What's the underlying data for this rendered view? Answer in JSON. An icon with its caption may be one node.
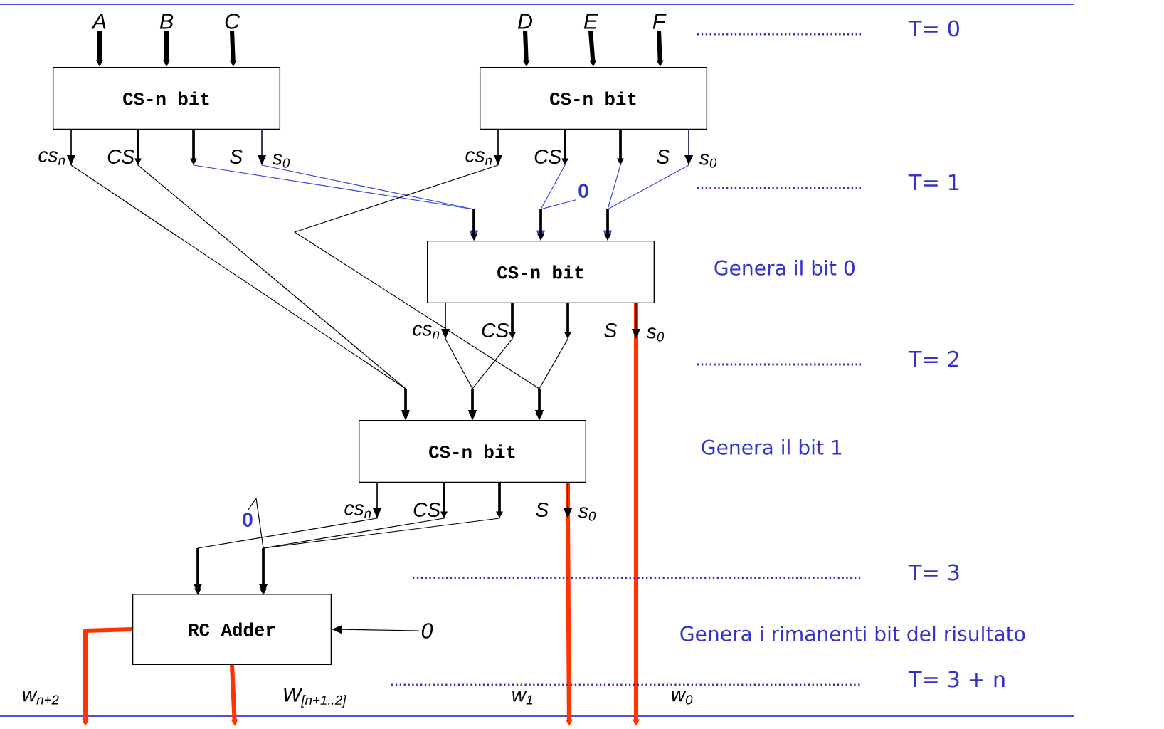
{
  "diagram": {
    "nodes": [
      {
        "text": [
          "A"
        ]
      },
      {
        "text": [
          "B"
        ]
      },
      {
        "text": [
          "C"
        ]
      },
      {
        "text": [
          "D"
        ]
      },
      {
        "text": [
          "E"
        ]
      },
      {
        "text": [
          "F"
        ]
      },
      {
        "text": [
          "CS-n bit"
        ],
        "beside": [
          "cs$_{n}$",
          "CS",
          "S",
          "s$_{0}$"
        ]
      },
      {
        "text": [
          "CS-n bit"
        ],
        "beside": [
          "cs$_{n}$",
          "CS",
          "S",
          "s$_{0}$"
        ]
      },
      {
        "text": [
          "CS-n bit"
        ],
        "beside": [
          "cs$_{n}$",
          "CS",
          "S",
          "s$_{0}$"
        ]
      },
      {
        "text": [
          "CS-n bit"
        ],
        "beside": [
          "cs$_{n}$",
          "CS",
          "S",
          "s$_{0}$"
        ]
      },
      {
        "text": [
          "0"
        ]
      },
      {
        "text": [
          "0"
        ]
      },
      {
        "text": [
          "RC Adder"
        ]
      },
      {
        "text": [
          "0"
        ]
      }
    ],
    "edges": [
      {
        "from": 0,
        "to": 6,
        "arrow": "to",
        "style": "thick"
      },
      {
        "from": 1,
        "to": 6,
        "arrow": "to",
        "style": "thick"
      },
      {
        "from": 2,
        "to": 6,
        "arrow": "to",
        "style": "thick"
      },
      {
        "from": 3,
        "to": 7,
        "arrow": "to",
        "style": "thick"
      },
      {
        "from": 4,
        "to": 7,
        "arrow": "to",
        "style": "thick"
      },
      {
        "from": 5,
        "to": 7,
        "arrow": "to",
        "style": "thick"
      },
      {
        "from": 6,
        "to": 9,
        "arrow": "to"
      },
      {
        "from": 6,
        "to": 9,
        "arrow": "to"
      },
      {
        "from": 6,
        "to": 8,
        "arrow": "to",
        "color": "#3344dd"
      },
      {
        "from": 6,
        "to": 8,
        "arrow": "to",
        "color": "#3344dd"
      },
      {
        "from": 7,
        "to": 9,
        "arrow": "to"
      },
      {
        "from": 7,
        "to": 8,
        "arrow": "to",
        "color": "#3344dd"
      },
      {
        "from": 7,
        "to": 8,
        "arrow": "to",
        "color": "#3344dd"
      },
      {
        "from": 7,
        "to": 8,
        "arrow": "to",
        "color": "#3344dd"
      },
      {
        "from": 10,
        "to": 8,
        "arrow": "to",
        "color": "#3344dd"
      },
      {
        "from": 8,
        "to": 9,
        "arrow": "to"
      },
      {
        "from": 8,
        "to": 9,
        "arrow": "to"
      },
      {
        "from": 8,
        "to": 9,
        "arrow": "to"
      },
      {
        "from": 8,
        "to": null,
        "arrow": "to",
        "style": "thick",
        "color": "#ff3300"
      },
      {
        "from": 9,
        "to": 12,
        "arrow": "to"
      },
      {
        "from": 9,
        "to": 12,
        "arrow": "to"
      },
      {
        "from": 9,
        "to": 12,
        "arrow": "to"
      },
      {
        "from": 11,
        "to": 12,
        "arrow": "to"
      },
      {
        "from": 9,
        "to": null,
        "arrow": "to",
        "style": "thick",
        "color": "#ff3300"
      },
      {
        "from": 12,
        "to": null,
        "arrow": "to",
        "style": "thick",
        "color": "#ff3300"
      },
      {
        "from": 12,
        "to": null,
        "arrow": "to",
        "style": "thick",
        "color": "#ff3300"
      },
      {
        "from": 13,
        "to": 12,
        "arrow": "to"
      }
    ],
    "labels": [
      "T= 0",
      "T= 1",
      "Genera il bit 0",
      "T= 2",
      "Genera il bit 1",
      "T= 3",
      "Genera i rimanenti bit del risultato",
      "T= 3 + n",
      "w$_{n+2}$",
      "W$_{[n+1..2]}$",
      "w$_{1}$",
      "w$_{0}$"
    ]
  }
}
